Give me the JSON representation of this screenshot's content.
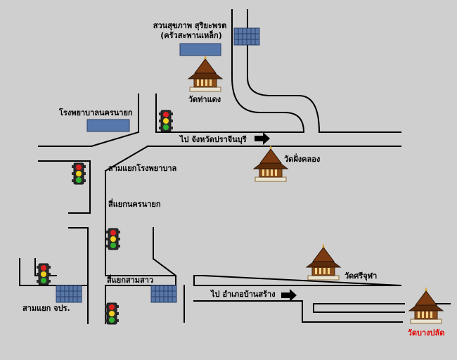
{
  "map": {
    "background_color": "#cfcfcf",
    "road_color": "#000000",
    "label_color": "#000000",
    "highlight_color": "#e00000",
    "bridge_color": "#5877a6",
    "building_color": "#5577aa",
    "arrow_color": "#000000"
  },
  "labels": {
    "park_line1": "สวนสุขภาพ สุริยะพรต",
    "park_line2": "(ครัวสะพานเหล็ก)",
    "wat_tha_daeng": "วัดท่าแดง",
    "hospital": "โรงพยาบาลนครนายก",
    "to_prachinburi": "ไป จังหวัดปราจีนบุรี",
    "wat_fang_khlong": "วัดฝั่งคลอง",
    "hospital_junction": "สามแยกโรงพยาบาล",
    "nakhon_nayok_intersection": "สี่แยกนครนายก",
    "sam_sao_intersection": "สี่แยกสามสาว",
    "wat_si_chula": "วัดศรีจุฬา",
    "to_ban_sang": "ไป อำเภอบ้านสร้าง",
    "jor_por_ror_junction": "สามแยก จปร.",
    "destination_temple": "วัดบางปลัด"
  },
  "icons": {
    "traffic_light": "traffic-light-icon",
    "temple": "temple-icon",
    "bridge": "bridge-icon",
    "arrow": "arrow-right-icon"
  }
}
